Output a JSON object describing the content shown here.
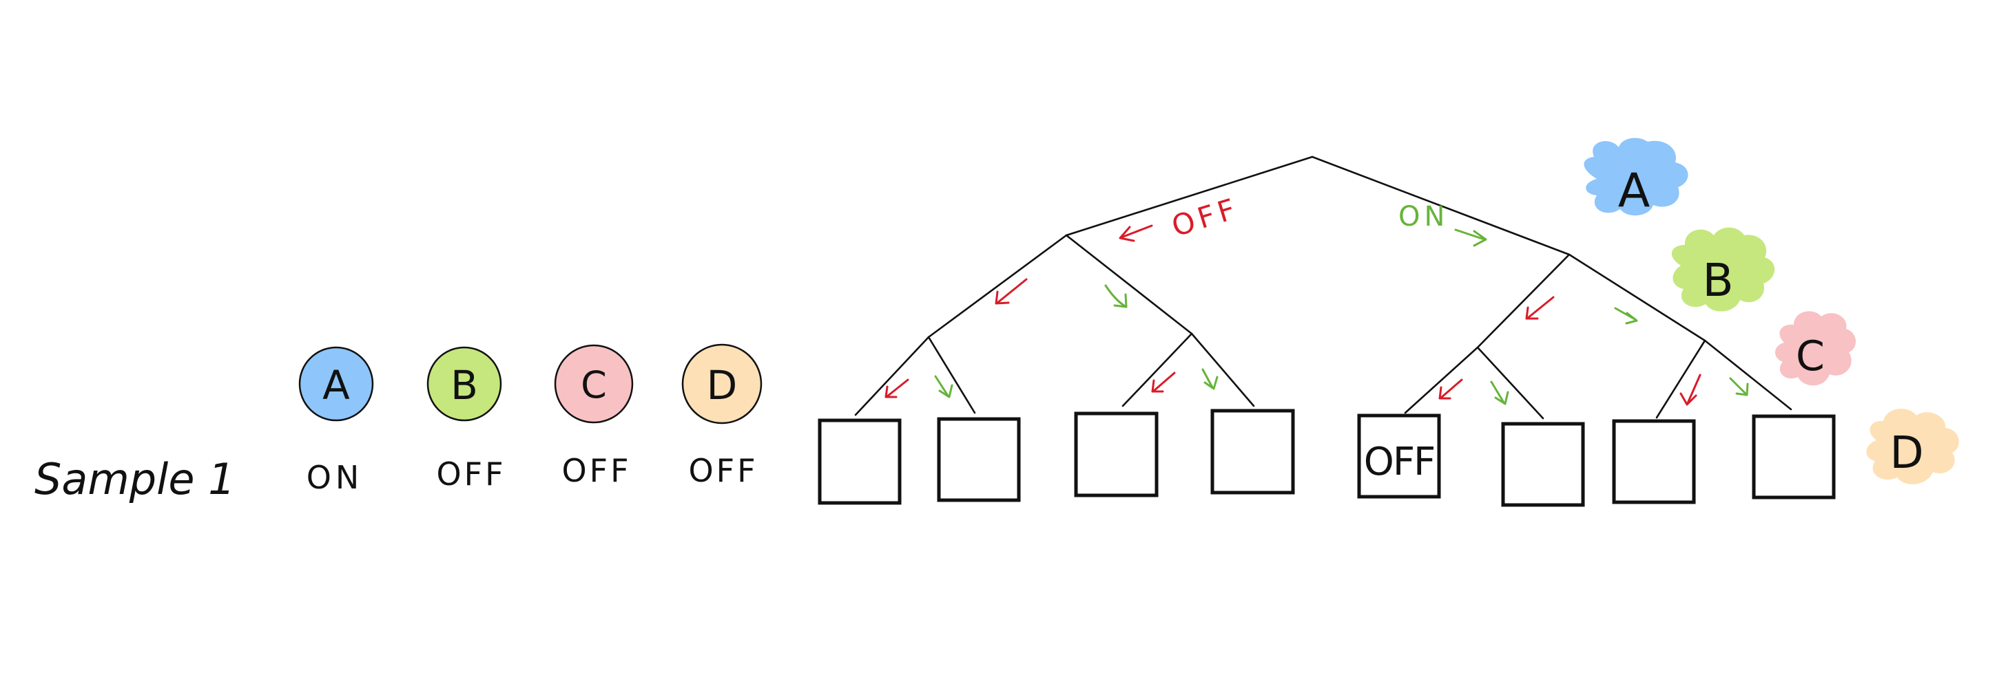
{
  "sample": {
    "label": "Sample 1",
    "variables": [
      {
        "name": "A",
        "state": "ON",
        "color": "#8ec5fa"
      },
      {
        "name": "B",
        "state": "OFF",
        "color": "#c5e77e"
      },
      {
        "name": "C",
        "state": "OFF",
        "color": "#f8c1c3"
      },
      {
        "name": "D",
        "state": "OFF",
        "color": "#fde0b6"
      }
    ]
  },
  "tree": {
    "root_labels": {
      "left": "OFF",
      "right": "ON"
    },
    "arrow_colors": {
      "off": "#d91c28",
      "on": "#66b43a"
    },
    "level_labels": [
      {
        "name": "A",
        "color": "#8ec5fa"
      },
      {
        "name": "B",
        "color": "#c5e77e"
      },
      {
        "name": "C",
        "color": "#f8c1c3"
      },
      {
        "name": "D",
        "color": "#fde0b6"
      }
    ],
    "leaves": [
      "",
      "",
      "",
      "",
      "OFF",
      "",
      "",
      ""
    ]
  }
}
